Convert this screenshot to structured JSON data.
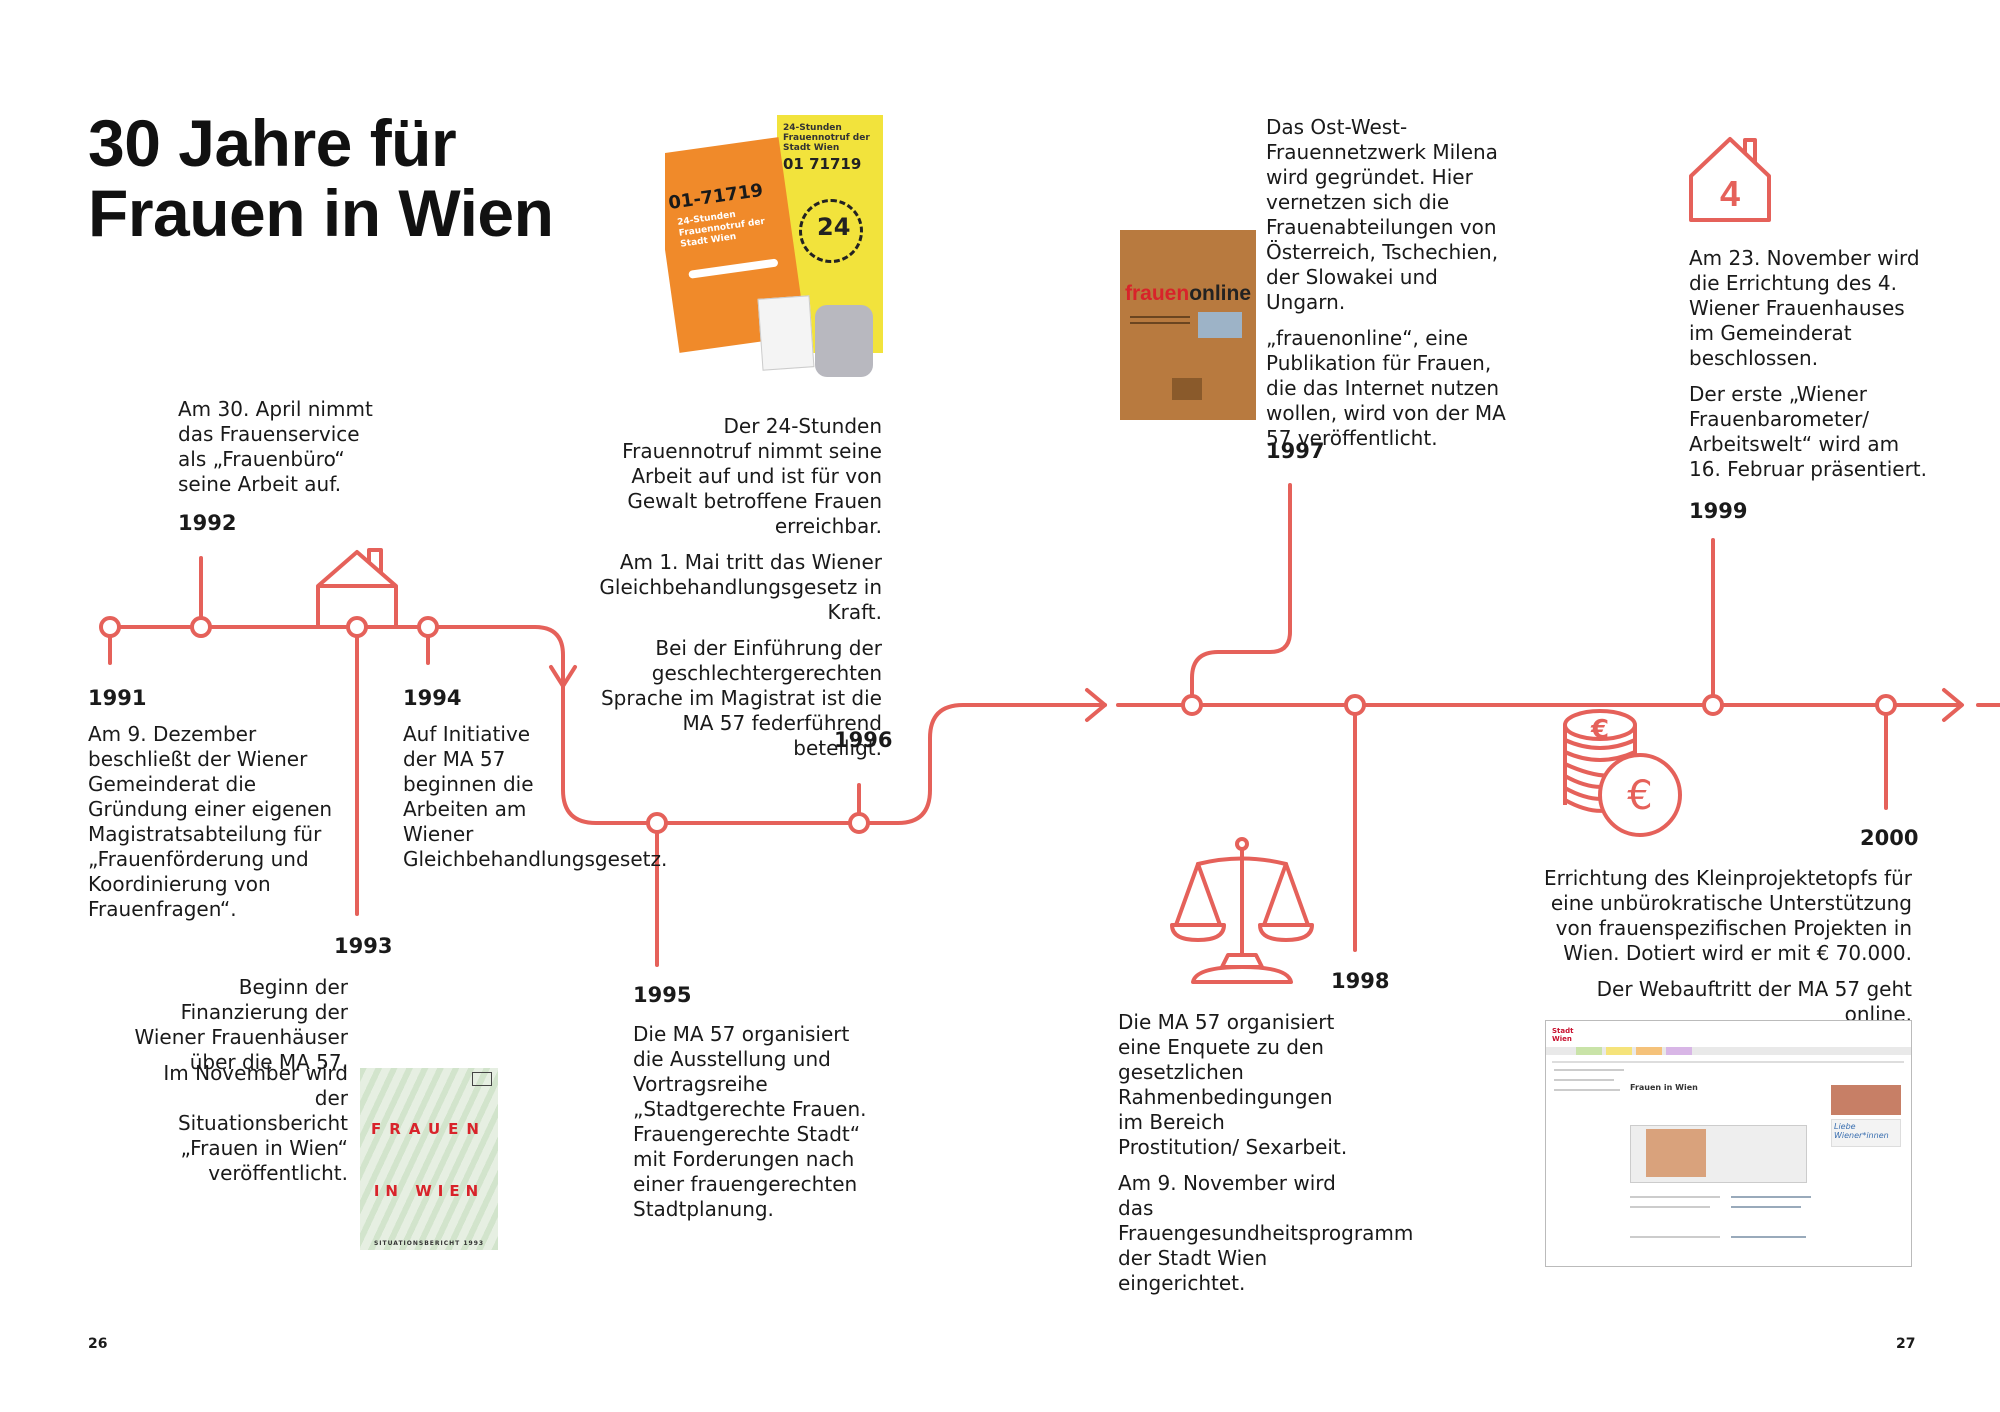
{
  "title": {
    "line1": "30 Jahre für",
    "line2": "Frauen in Wien"
  },
  "events": {
    "y1991": {
      "year": "1991",
      "text": [
        "Am 9. Dezember beschließt der Wiener Gemeinderat die Gründung einer eigenen Magistratsabteilung für „Frauenförderung und Koordinierung von Frauenfragen“."
      ]
    },
    "y1992": {
      "year": "1992",
      "text": [
        "Am 30. April nimmt das Frauenservice als „Frauenbüro“ seine Arbeit auf."
      ]
    },
    "y1993": {
      "year": "1993",
      "text": [
        "Beginn der Finanzierung der Wiener Frauenhäuser über die MA 57.",
        "Im November wird der Situationsbericht „Frauen in Wien“ veröffentlicht."
      ]
    },
    "y1994": {
      "year": "1994",
      "text": [
        "Auf Initiative der MA 57 beginnen die Arbeiten am Wiener Gleichbehandlungsgesetz."
      ]
    },
    "y1995": {
      "year": "1995",
      "text": [
        "Die MA 57 organisiert die Ausstellung und Vortragsreihe „Stadtgerechte Frauen. Frauengerechte Stadt“ mit Forderungen nach einer frauengerechten Stadtplanung."
      ]
    },
    "y1996": {
      "year": "1996",
      "text": [
        "Der 24-Stunden Frauennotruf nimmt seine Arbeit auf und ist für von Gewalt betroffene Frauen erreichbar.",
        "Am 1. Mai tritt das Wiener Gleichbehandlungsgesetz in Kraft.",
        "Bei der Einführung der geschlechtergerechten Sprache im Magistrat ist die MA 57 federführend beteiligt."
      ]
    },
    "y1997": {
      "year": "1997",
      "text": [
        "Das Ost-West-Frauennetzwerk Milena wird gegründet. Hier vernetzen sich die Frauenabteilungen von Österreich, Tschechien, der Slowakei und Ungarn.",
        "„frauenonline“, eine Publikation für Frauen, die das Internet nutzen wollen, wird von der MA 57 veröffentlicht."
      ]
    },
    "y1998": {
      "year": "1998",
      "text": [
        "Die MA 57 organisiert eine Enquete zu den gesetzlichen Rahmenbedingungen im Bereich Prostitution/ Sexarbeit.",
        "Am 9. November wird das Frauengesundheitsprogramm der Stadt Wien eingerichtet."
      ]
    },
    "y1999": {
      "year": "1999",
      "text": [
        "Am 23. November wird die Errichtung des 4. Wiener Frauenhauses im Gemeinderat beschlossen.",
        "Der erste „Wiener Frauenbarometer/ Arbeitswelt“ wird am 16. Februar präsentiert."
      ]
    },
    "y2000": {
      "year": "2000",
      "text": [
        "Errichtung des Kleinprojektetopfs für eine unbürokratische Unterstützung von frauenspezifischen Projekten in Wien. Dotiert wird er mit € 70.000.",
        "Der Webauftritt der MA 57 geht online."
      ]
    }
  },
  "images": {
    "notruf": {
      "number_1": "01-71719",
      "number_2": "01 71719",
      "label_top": "24-Stunden Frauennotruf der Stadt Wien",
      "label_big": "24-Stunden Frauennotruf der Stadt Wien",
      "badge": "24"
    },
    "frauenonline": {
      "title_a": "frauen",
      "title_b": "online"
    },
    "situationsbericht": {
      "word1": "FRAUEN",
      "word2": "IN WIEN",
      "footer": "SITUATIONSBERICHT 1993"
    },
    "house_number": "4",
    "website": {
      "heading": "Frauen in Wien",
      "brand": "Stadt Wien",
      "promo": "Liebe Wiener*innen"
    }
  },
  "page_numbers": {
    "left": "26",
    "right": "27"
  },
  "colors": {
    "accent": "#e5615a",
    "text": "#1a1a1a"
  }
}
